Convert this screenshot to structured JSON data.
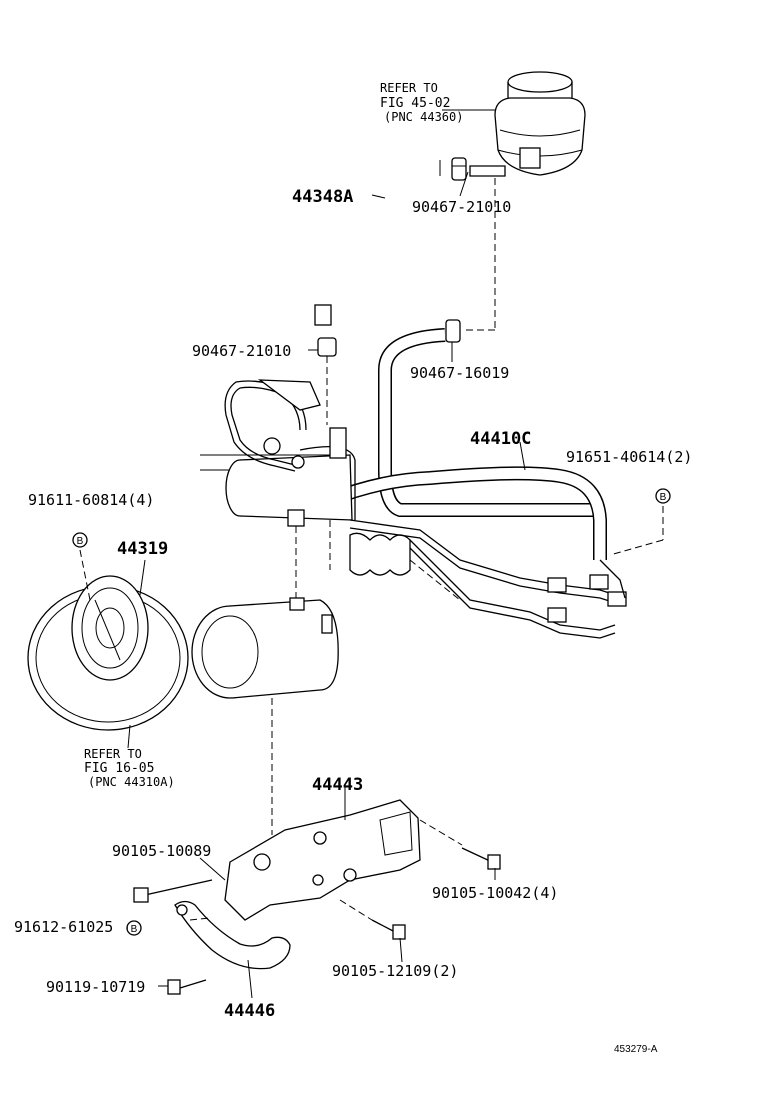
{
  "labels": {
    "p44348A": "44348A",
    "p90467_21010_top": "90467-21010",
    "p90467_21010_mid": "90467-21010",
    "p90467_16019": "90467-16019",
    "p44410C": "44410C",
    "p91651": "91651-40614(2)",
    "p91611": "91611-60814(4)",
    "p44319": "44319",
    "p44443": "44443",
    "p90105_10089": "90105-10089",
    "p90105_10042": "90105-10042(4)",
    "p91612": "91612-61025",
    "p90105_12109": "90105-12109(2)",
    "p90119": "90119-10719",
    "p44446": "44446"
  },
  "refs": {
    "reservoir": {
      "line1": "REFER TO",
      "line2": "FIG 45-02",
      "line3": "(PNC 44360)"
    },
    "belt": {
      "line1": "REFER TO",
      "line2": "FIG 16-05",
      "line3": "(PNC 44310A)"
    }
  },
  "markers": {
    "b": "B"
  },
  "figure_code": "453279-A"
}
